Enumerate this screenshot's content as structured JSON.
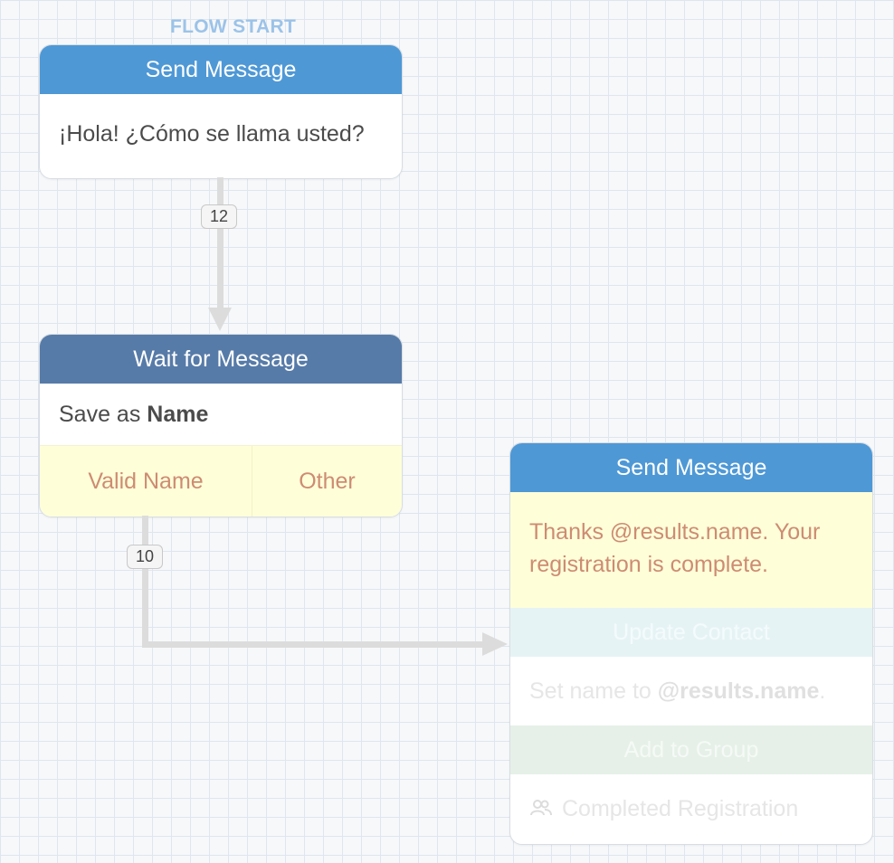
{
  "flow_start_label": "FLOW START",
  "nodes": {
    "send1": {
      "title": "Send Message",
      "text": "¡Hola! ¿Cómo se llama usted?"
    },
    "wait": {
      "title": "Wait for Message",
      "save_prefix": "Save as ",
      "save_var": "Name",
      "exits": [
        "Valid Name",
        "Other"
      ]
    },
    "send2": {
      "title": "Send Message",
      "text": "Thanks @results.name. Your registration is complete.",
      "update_title": "Update Contact",
      "update_prefix": "Set name to ",
      "update_value": "@results.name",
      "update_suffix": ".",
      "group_title": "Add to Group",
      "group_name": "Completed Registration"
    }
  },
  "connections": [
    {
      "count": "12"
    },
    {
      "count": "10"
    }
  ],
  "colors": {
    "send_header": "#4e98d6",
    "wait_header": "#577ba8",
    "exit_text": "#cd8c72",
    "exit_bg": "#fefed9",
    "flow_start": "#9cc3e8"
  },
  "icons": {
    "group": "group-icon"
  }
}
